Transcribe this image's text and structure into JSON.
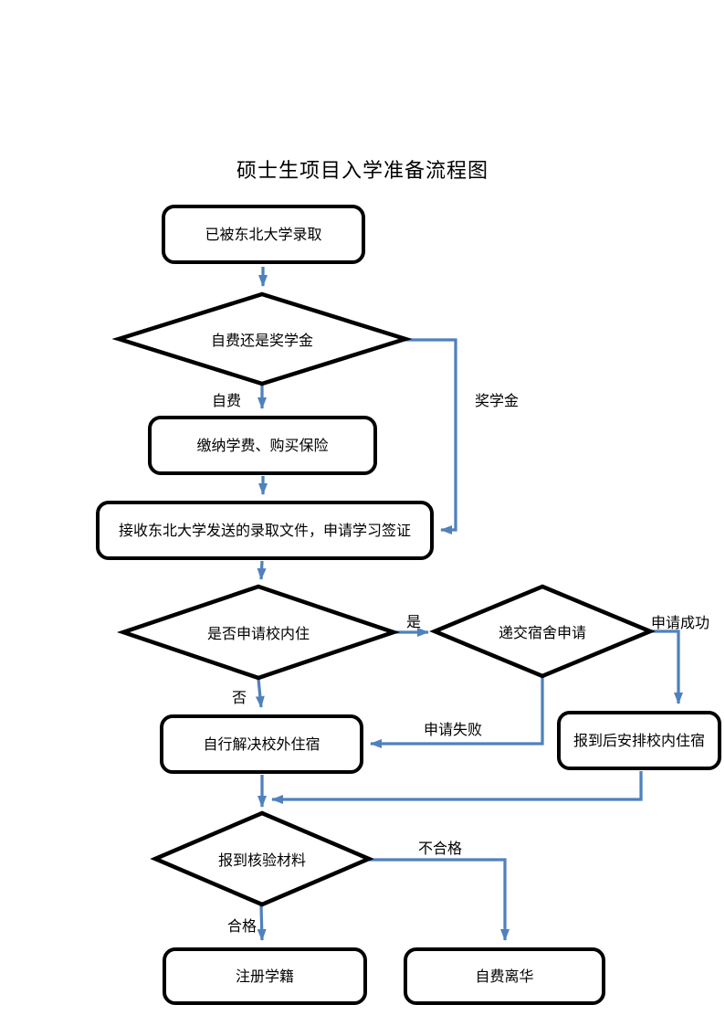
{
  "title": "硕士生项目入学准备流程图",
  "colors": {
    "arrow": "#4f81bd",
    "shapeBorder": "#000000",
    "text": "#000000",
    "background": "#ffffff"
  },
  "flowchart": {
    "nodes": {
      "start": {
        "label": "已被东北大学录取",
        "shape": "rounded-rectangle"
      },
      "fundingDecision": {
        "label": "自费还是奖学金",
        "shape": "diamond"
      },
      "payTuition": {
        "label": "缴纳学费、购买保险",
        "shape": "rounded-rectangle"
      },
      "receiveDocs": {
        "label": "接收东北大学发送的录取文件，申请学习签证",
        "shape": "rounded-rectangle"
      },
      "housingDecision": {
        "label": "是否申请校内住",
        "shape": "diamond"
      },
      "dormApplication": {
        "label": "递交宿舍申请",
        "shape": "diamond"
      },
      "offCampus": {
        "label": "自行解决校外住宿",
        "shape": "rounded-rectangle"
      },
      "onCampus": {
        "label": "报到后安排校内住宿",
        "shape": "rounded-rectangle"
      },
      "materialCheck": {
        "label": "报到核验材料",
        "shape": "diamond"
      },
      "register": {
        "label": "注册学籍",
        "shape": "rounded-rectangle"
      },
      "leaveChina": {
        "label": "自费离华",
        "shape": "rounded-rectangle"
      }
    },
    "edgeLabels": {
      "selfFunded": "自费",
      "scholarship": "奖学金",
      "yes": "是",
      "no": "否",
      "applySuccess": "申请成功",
      "applyFail": "申请失败",
      "qualified": "合格",
      "notQualified": "不合格"
    }
  }
}
